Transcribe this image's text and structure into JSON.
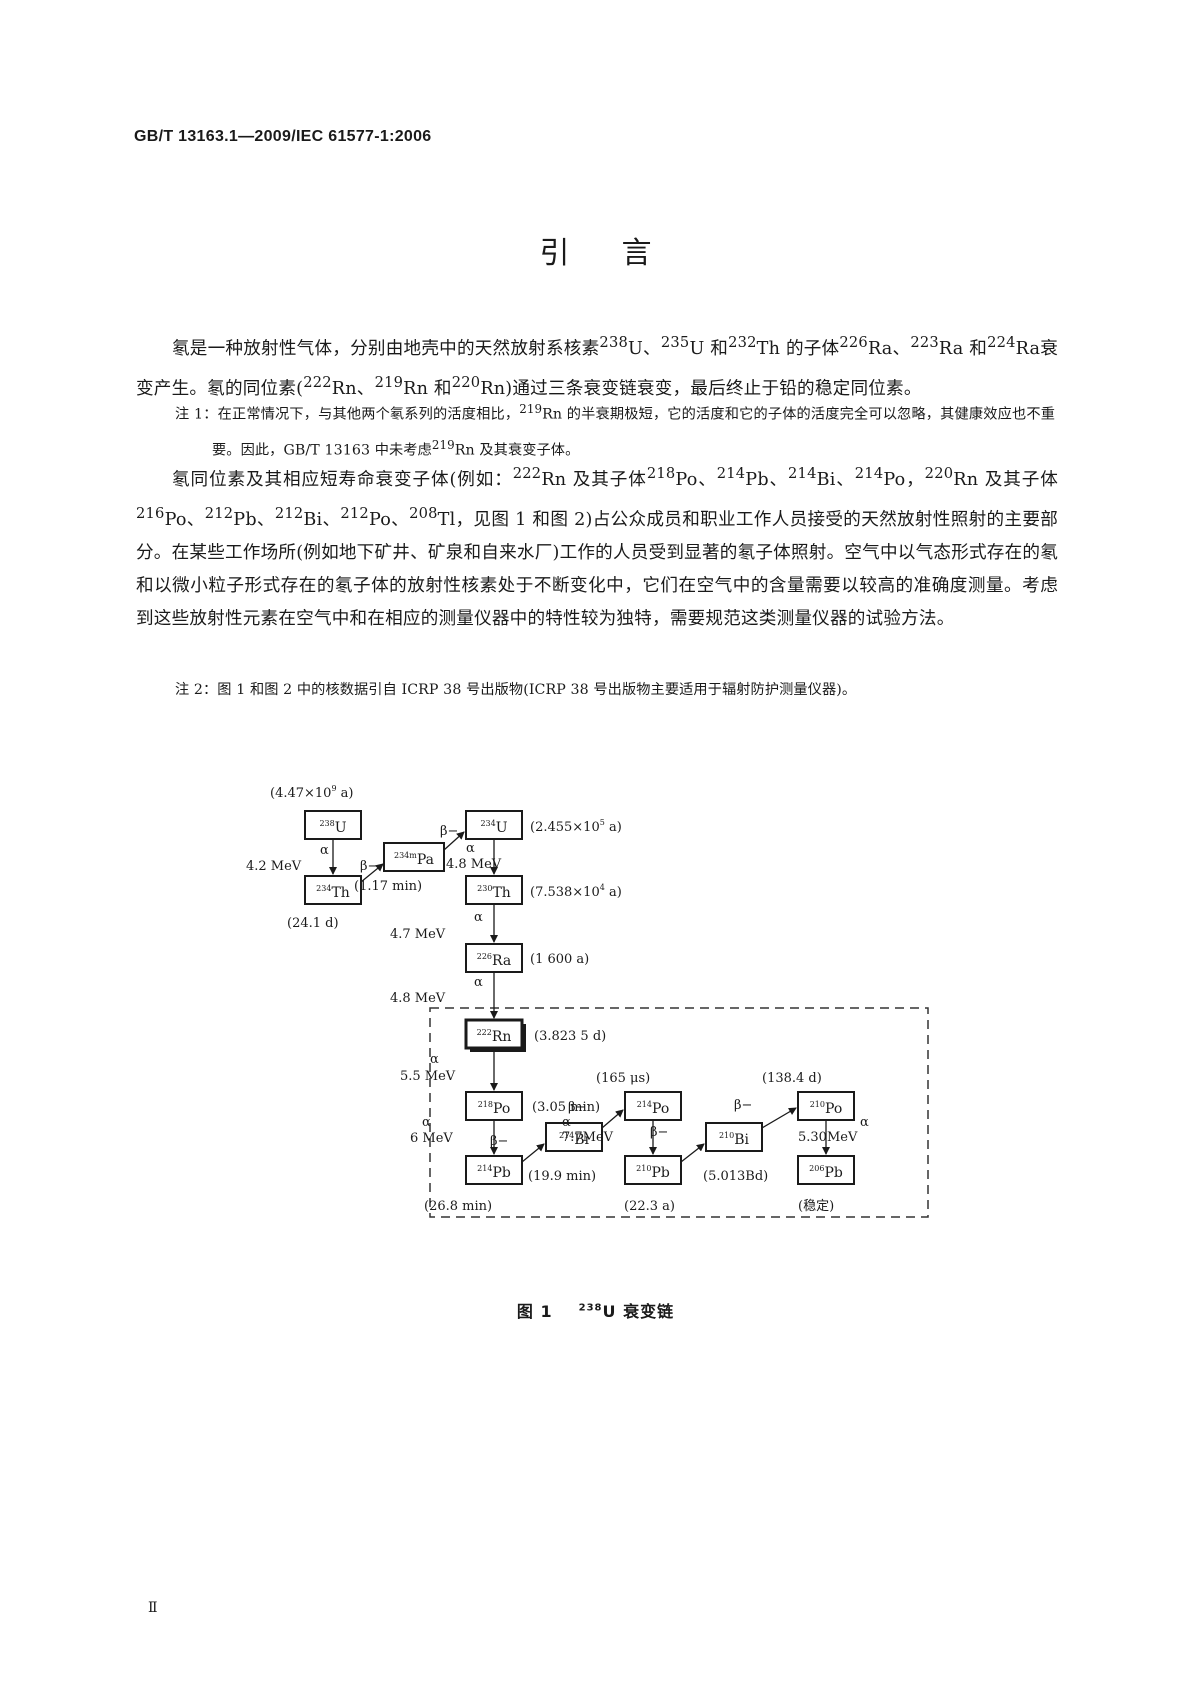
{
  "header": {
    "code": "GB/T 13163.1—2009/IEC 61577-1:2006"
  },
  "title": "引言",
  "p1": {
    "t1": "氡是一种放射性气体，分别由地壳中的天然放射系核素",
    "m1": "238",
    "t2": "U、",
    "m2": "235",
    "t3": "U 和",
    "m3": "232",
    "t4": "Th 的子体",
    "m4": "226",
    "t5": "Ra、",
    "m5": "223",
    "t6": "Ra 和",
    "m6": "224",
    "t7": "Ra衰变产生。氡的同位素(",
    "m7": "222",
    "t8": "Rn、",
    "m8": "219",
    "t9": "Rn 和",
    "m9": "220",
    "t10": "Rn)通过三条衰变链衰变，最后终止于铅的稳定同位素。"
  },
  "note1": {
    "t1": "注 1：在正常情况下，与其他两个氡系列的活度相比，",
    "m1": "219",
    "t2": "Rn 的半衰期极短，它的活度和它的子体的活度完全可以忽略，其健康效应也不重要。因此，GB/T 13163 中未考虑",
    "m2": "219",
    "t3": "Rn 及其衰变子体。"
  },
  "p2": {
    "t1": "氡同位素及其相应短寿命衰变子体(例如：",
    "m1": "222",
    "t2": "Rn 及其子体",
    "m2": "218",
    "t3": "Po、",
    "m3": "214",
    "t4": "Pb、",
    "m4": "214",
    "t5": "Bi、",
    "m5": "214",
    "t6": "Po，",
    "m6": "220",
    "t7": "Rn 及其子体",
    "m7": "216",
    "t8": "Po、",
    "m8": "212",
    "t9": "Pb、",
    "m9": "212",
    "t10": "Bi、",
    "m10": "212",
    "t11": "Po、",
    "m11": "208",
    "t12": "Tl，见图 1 和图 2)占公众成员和职业工作人员接受的天然放射性照射的主要部分。在某些工作场所(例如地下矿井、矿泉和自来水厂)工作的人员受到显著的氡子体照射。空气中以气态形式存在的氡和以微小粒子形式存在的氡子体的放射性核素处于不断变化中，它们在空气中的含量需要以较高的准确度测量。考虑到这些放射性元素在空气中和在相应的测量仪器中的特性较为独特，需要规范这类测量仪器的试验方法。"
  },
  "note2": "注 2：图 1 和图 2 中的核数据引自 ICRP 38 号出版物(ICRP 38 号出版物主要适用于辐射防护测量仪器)。",
  "diagram": {
    "u238": {
      "mass": "238",
      "sym": "U",
      "half": "(4.47×10",
      "half_exp": "9",
      "half_end": " a)"
    },
    "th234": {
      "mass": "234",
      "sym": "Th",
      "half": "(24.1 d)"
    },
    "pa234m": {
      "mass": "234m",
      "sym": "Pa",
      "half": "(1.17 min)"
    },
    "u234": {
      "mass": "234",
      "sym": "U",
      "half": "(2.455×10",
      "half_exp": "5",
      "half_end": " a)"
    },
    "th230": {
      "mass": "230",
      "sym": "Th",
      "half": "(7.538×10",
      "half_exp": "4",
      "half_end": " a)"
    },
    "ra226": {
      "mass": "226",
      "sym": "Ra",
      "half": "(1 600 a)"
    },
    "rn222": {
      "mass": "222",
      "sym": "Rn",
      "half": "(3.823 5 d)"
    },
    "po218": {
      "mass": "218",
      "sym": "Po",
      "half": "(3.05 min)"
    },
    "pb214": {
      "mass": "214",
      "sym": "Pb",
      "half": "(26.8 min)"
    },
    "bi214": {
      "mass": "214",
      "sym": "Bi",
      "half": "(19.9 min)"
    },
    "po214": {
      "mass": "214",
      "sym": "Po",
      "half": "(165 μs)"
    },
    "pb210": {
      "mass": "210",
      "sym": "Pb",
      "half": "(22.3 a)"
    },
    "bi210": {
      "mass": "210",
      "sym": "Bi",
      "half": "(5.013Bd)"
    },
    "po210": {
      "mass": "210",
      "sym": "Po",
      "half": "(138.4 d)"
    },
    "pb206": {
      "mass": "206",
      "sym": "Pb",
      "half": "(稳定)"
    },
    "alpha": "α",
    "beta": "β−",
    "e_u238": "4.2 MeV",
    "e_u234": "4.8 MeV",
    "e_th230": "4.7 MeV",
    "e_ra226": "4.8 MeV",
    "e_rn222": "5.5 MeV",
    "e_po218": "6 MeV",
    "e_po214": "7.7MeV",
    "e_po210": "5.30MeV"
  },
  "caption": {
    "label": "图 1",
    "mass": "238",
    "text": "U 衰变链"
  },
  "page_number": "Ⅱ"
}
